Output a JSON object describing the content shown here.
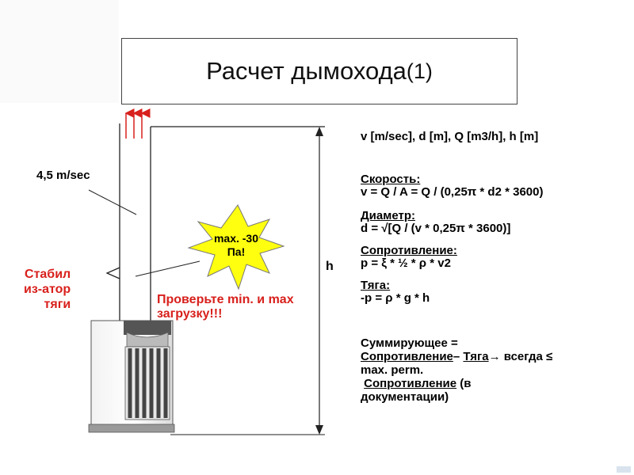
{
  "title": {
    "main": "Расчет дымохода",
    "suffix": "(1)"
  },
  "units_line": "v [m/sec], d [m], Q [m3/h], h [m]",
  "formulas": [
    {
      "heading": "Скорость:",
      "line": "v = Q / A = Q / (0,25π * d2 * 3600)"
    },
    {
      "heading": "Диаметр:",
      "line": "d = √[Q / (v * 0,25π * 3600)]"
    },
    {
      "heading": "Сопротивление:",
      "line": "p = ξ * ½ * ρ * v2"
    },
    {
      "heading": "Тяга:",
      "line": "-p = ρ * g * h"
    }
  ],
  "summary": {
    "line1": "Суммирующее =",
    "resistance": "Сопротивление",
    "dash": "–",
    "draft": "Тяга",
    "arrow_always": "→ всегда ≤",
    "line3": "max. perm.",
    "resistance2": "Сопротивление",
    "line4_tail": " (в",
    "line5": "документации)"
  },
  "diagram": {
    "speed_label": "4,5 m/sec",
    "stabilizer_line1": "Стабил",
    "stabilizer_line2": "из-атор",
    "stabilizer_line3": "тяги",
    "check_line1": "Проверьте min. и max",
    "check_line2": "загрузку!!!",
    "burst_line1": "max. -30",
    "burst_line2": "Па!",
    "height_label": "h"
  },
  "colors": {
    "accent_red": "#d8201c",
    "burst_fill": "#ffff10",
    "boiler_gray": "#9a9a9a"
  }
}
